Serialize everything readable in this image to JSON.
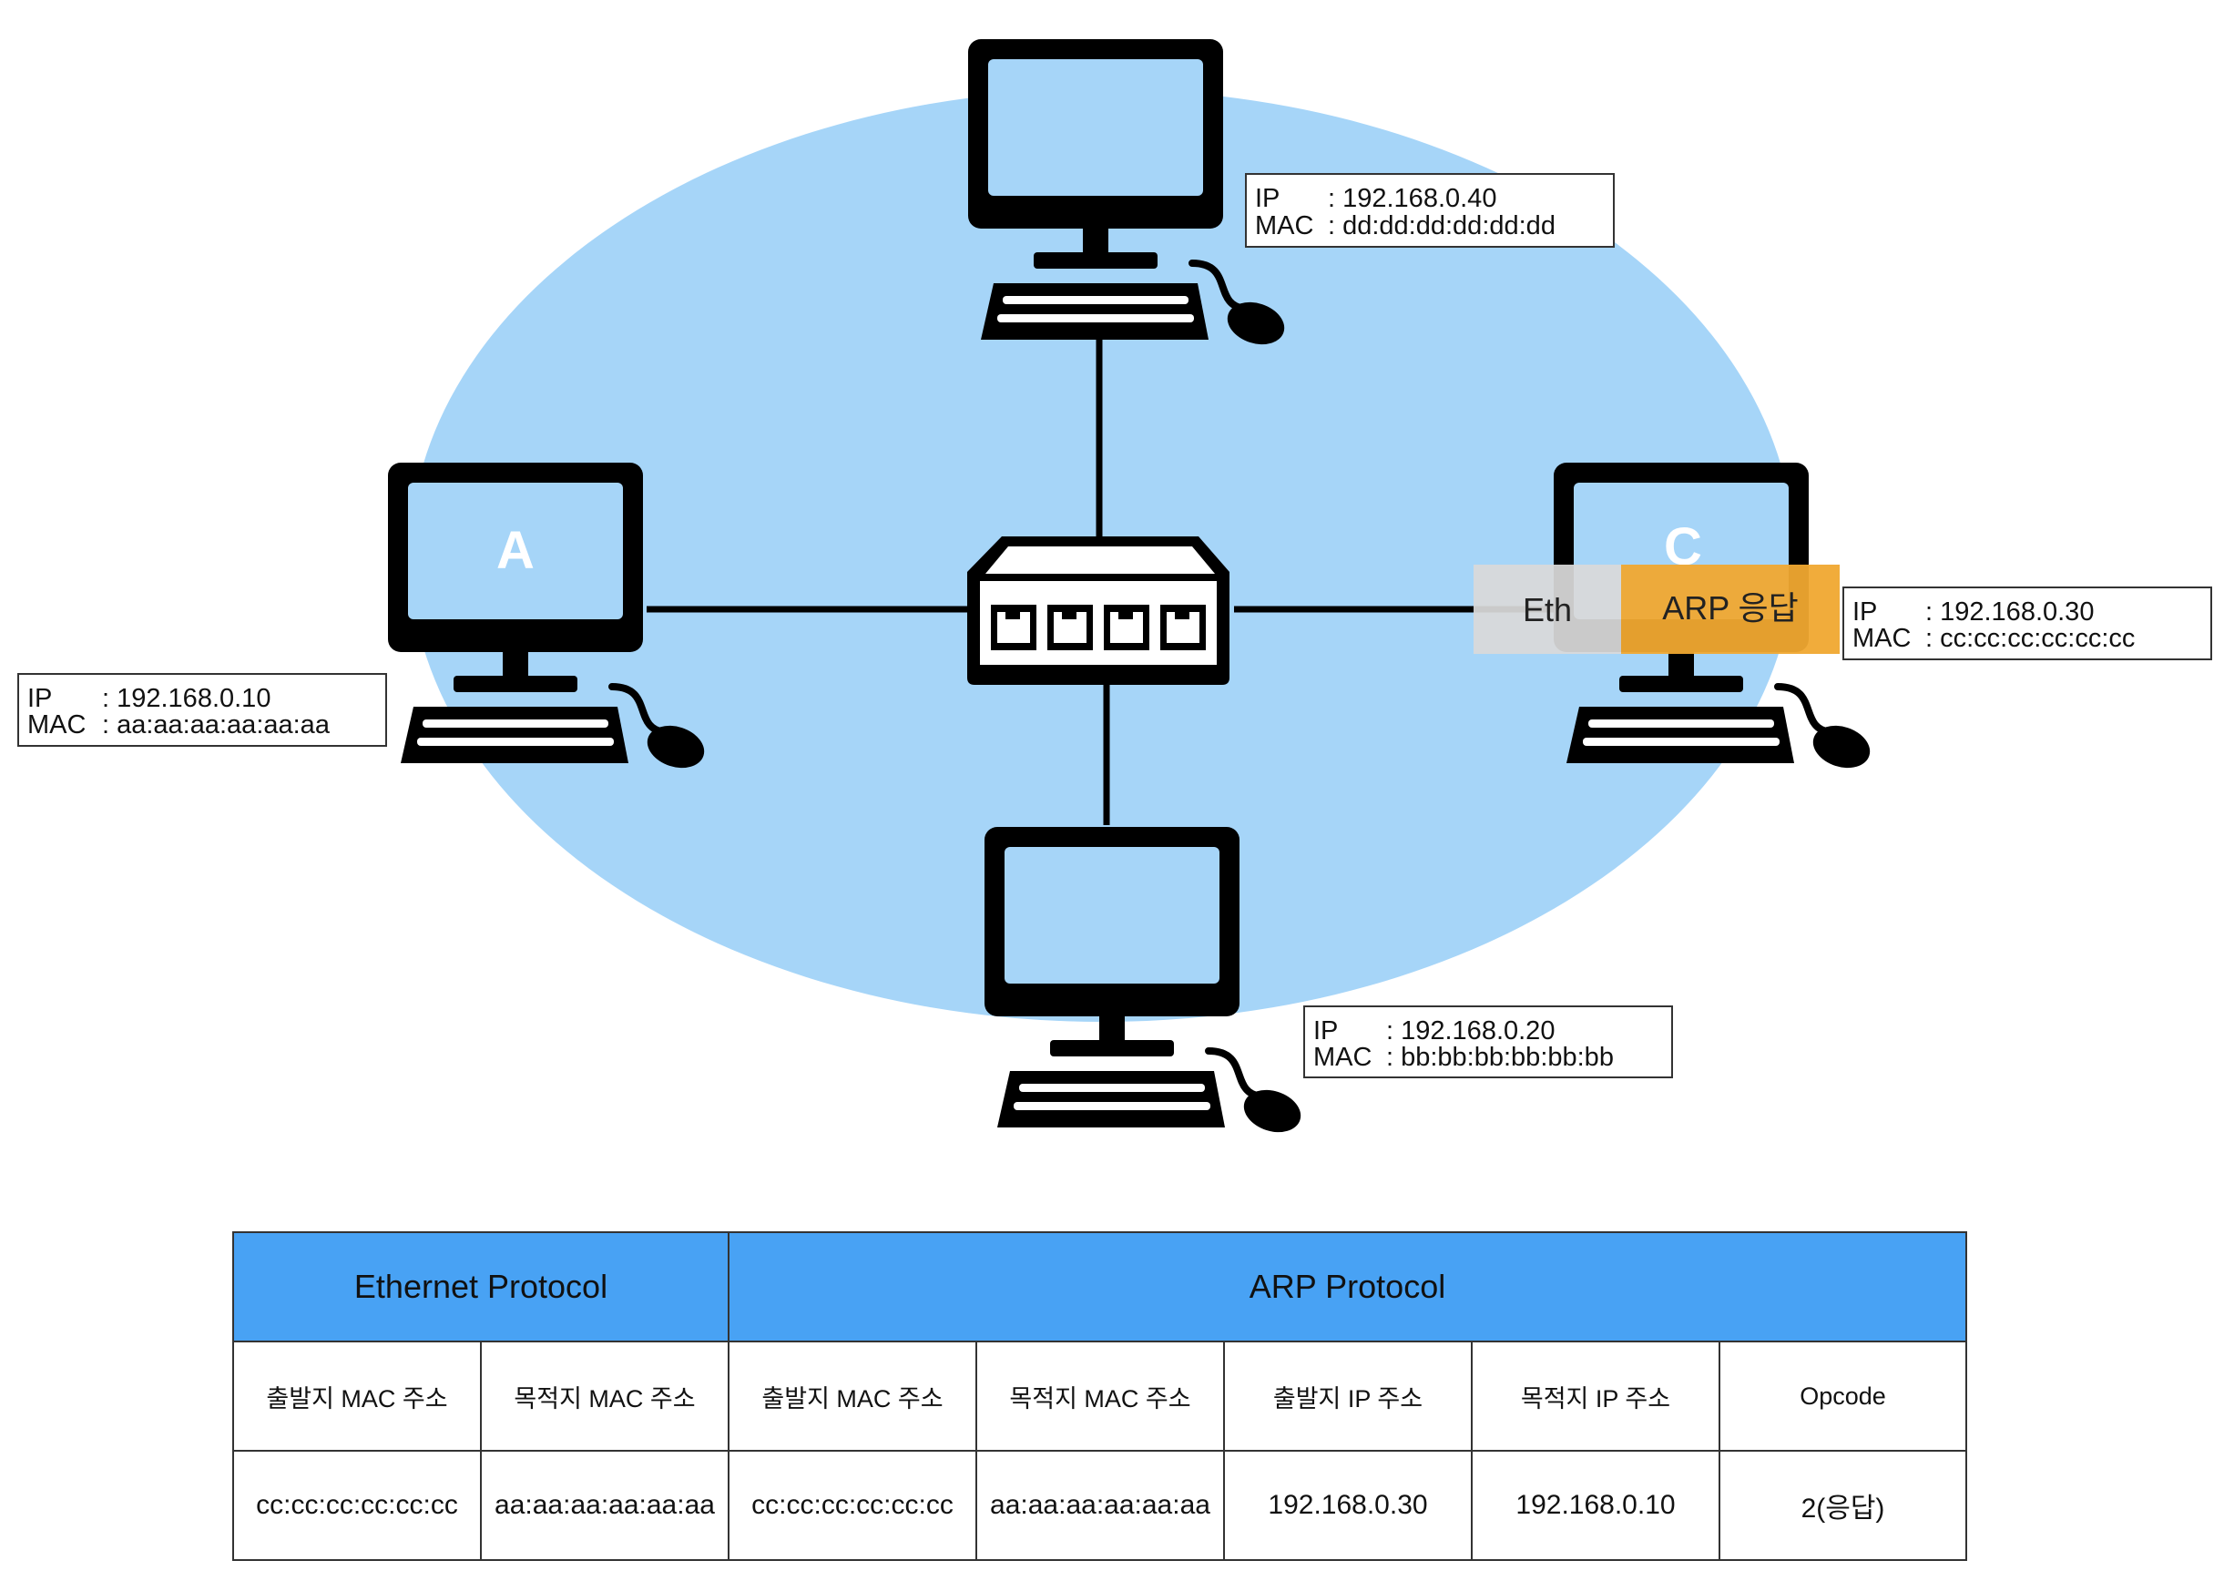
{
  "hosts": {
    "a": {
      "label": "A",
      "ip_key": "IP",
      "ip_value": ": 192.168.0.10",
      "mac_key": "MAC",
      "mac_value": ": aa:aa:aa:aa:aa:aa"
    },
    "top": {
      "ip_key": "IP",
      "ip_value": ": 192.168.0.40",
      "mac_key": "MAC",
      "mac_value": ": dd:dd:dd:dd:dd:dd"
    },
    "c": {
      "label": "C",
      "ip_key": "IP",
      "ip_value": ": 192.168.0.30",
      "mac_key": "MAC",
      "mac_value": ": cc:cc:cc:cc:cc:cc"
    },
    "bottom": {
      "ip_key": "IP",
      "ip_value": ": 192.168.0.20",
      "mac_key": "MAC",
      "mac_value": ": bb:bb:bb:bb:bb:bb"
    }
  },
  "packet_tag": {
    "eth": "Eth",
    "arp": "ARP 응답"
  },
  "colors": {
    "network": "#a6d5f8",
    "table_header": "#48a2f4",
    "arp_tag": "#f0a830",
    "eth_tag": "#d9d9d9",
    "device": "#000000"
  },
  "icons": {
    "computer": "desktop-computer-icon",
    "switch": "network-switch-icon"
  },
  "table": {
    "headers": [
      "Ethernet Protocol",
      "ARP Protocol"
    ],
    "fields": [
      "출발지 MAC 주소",
      "목적지 MAC 주소",
      "출발지 MAC 주소",
      "목적지 MAC 주소",
      "출발지 IP 주소",
      "목적지 IP 주소",
      "Opcode"
    ],
    "values": [
      "cc:cc:cc:cc:cc:cc",
      "aa:aa:aa:aa:aa:aa",
      "cc:cc:cc:cc:cc:cc",
      "aa:aa:aa:aa:aa:aa",
      "192.168.0.30",
      "192.168.0.10",
      "2(응답)"
    ]
  }
}
